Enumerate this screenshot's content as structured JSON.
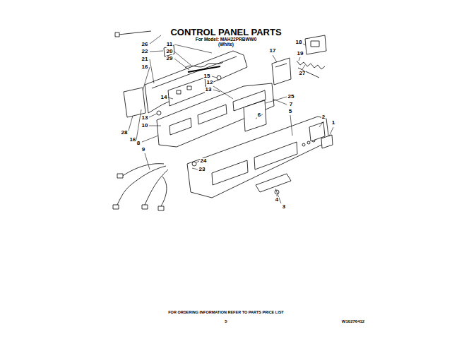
{
  "diagram": {
    "title": "CONTROL PANEL PARTS",
    "labels": [
      "For Model: MAH22PRBWW0",
      "(White)",
      "26",
      "22",
      "21",
      "16",
      "11",
      "20",
      "29",
      "17",
      "18",
      "19",
      "27",
      "15",
      "12",
      "13",
      "14",
      "13",
      "10",
      "28",
      "16",
      "8",
      "9",
      "25",
      "7",
      "6",
      "5",
      "2",
      "1",
      "24",
      "23",
      "4",
      "3",
      "FOR ORDERING INFORMATION REFER TO PARTS PRICE LIST",
      "5",
      "W10276412"
    ]
  }
}
